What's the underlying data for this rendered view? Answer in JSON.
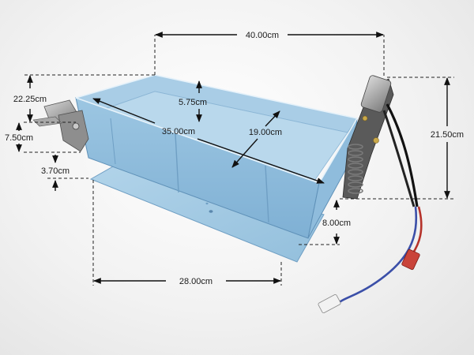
{
  "dimensions": {
    "length_top": "40.00cm",
    "height_left": "22.25cm",
    "depth": "5.75cm",
    "inner_length": "35.00cm",
    "inner_width": "19.00cm",
    "bracket_height": "7.50cm",
    "bracket_offset": "3.70cm",
    "total_height": "21.50cm",
    "lip_height": "8.00cm",
    "base_length": "28.00cm"
  },
  "colors": {
    "tray_top": "#a9cde6",
    "tray_front": "#8fbcdc",
    "tray_inner": "#b9d8ec",
    "tray_edge": "#6f9fc4",
    "wire_blue": "#3b4fa8",
    "wire_red": "#b5322a",
    "connector_red": "#c9443a",
    "metal": "#9a9a9a"
  }
}
